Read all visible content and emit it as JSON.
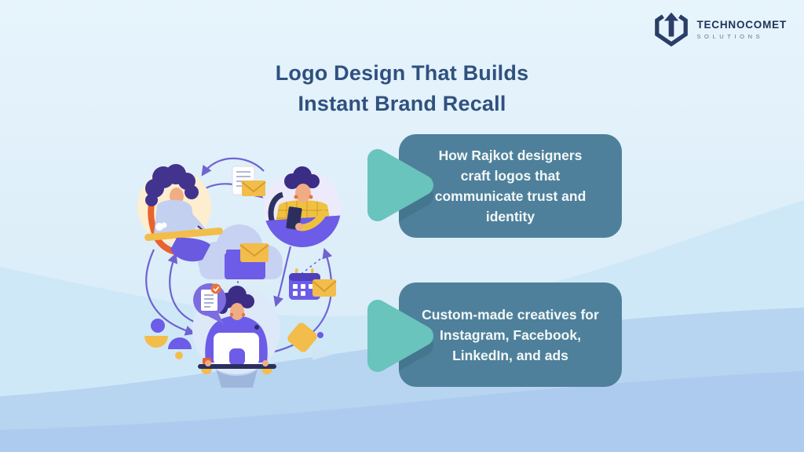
{
  "page": {
    "title": "Logo Design That Builds\nInstant Brand Recall"
  },
  "brand": {
    "name": "TECHNOCOMET",
    "tagline": "SOLUTIONS",
    "logo_icon": "hexagon-up-arrow"
  },
  "callouts": [
    {
      "text": "How Rajkot designers\ncraft logos that\ncommunicate trust and\nidentity"
    },
    {
      "text": "Custom-made creatives for\nInstagram, Facebook,\nLinkedIn, and ads"
    }
  ],
  "illustration": {
    "icons": [
      "designer-woman-avatar",
      "designer-man-avatar",
      "developer-at-laptop-avatar",
      "cloud-folder-icon",
      "mail-envelope-icon",
      "document-icon",
      "approved-document-bubble-icon",
      "calendar-icon",
      "cycle-arrows"
    ]
  },
  "colors": {
    "title_text": "#30517f",
    "callout_box": "#4e809b",
    "callout_text": "#f3f8f8",
    "arrow_teal": "#68c4bd",
    "arrow_shadow": "#44768e",
    "background_top": "#e7f4fc",
    "wave_mid": "#cfe8f7",
    "wave_deep": "#b7d4f0",
    "wave_bottom": "#adcbee",
    "accent_purple": "#6c5ce7",
    "accent_yellow": "#f2bd4b",
    "accent_orange": "#e8632e",
    "brand_navy": "#1f3359"
  }
}
